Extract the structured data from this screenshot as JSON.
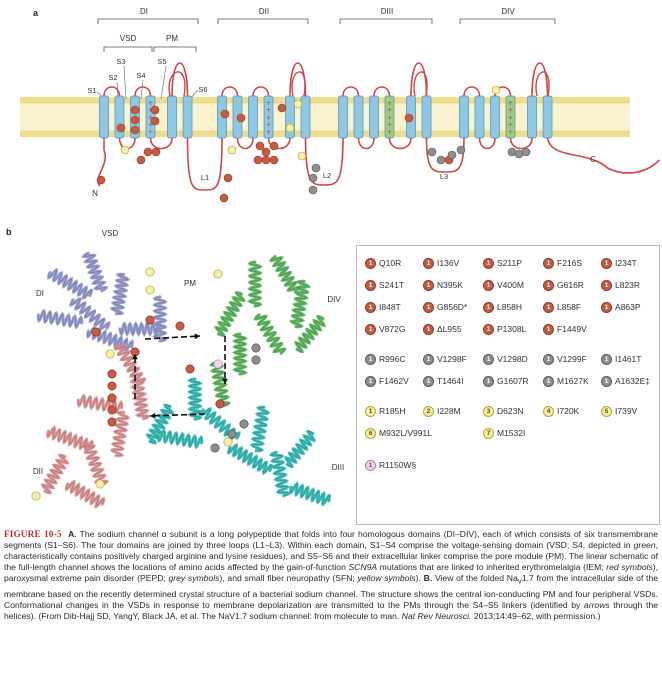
{
  "panel_a": {
    "label": "a",
    "domains": [
      "DI",
      "DII",
      "DIII",
      "DIV"
    ],
    "vsd_label": "VSD",
    "pm_label": "PM",
    "segments": [
      "S1",
      "S2",
      "S3",
      "S4",
      "S5",
      "S6"
    ],
    "loops": [
      "L1",
      "L2",
      "L3"
    ],
    "n_term": "N",
    "c_term": "C",
    "colors": {
      "helix": "#8ec8e4",
      "helix_s4": "#9ccc8a",
      "loop": "#d24545",
      "membrane_head": "#f0dc8c",
      "membrane_core": "#fbf3cf",
      "red_mut": "#c85a3f",
      "grey_mut": "#8e8e8e",
      "yellow_mut": "#f4f0a8"
    }
  },
  "panel_b": {
    "label": "b",
    "labels": {
      "vsd": "VSD",
      "di": "DI",
      "pm": "PM",
      "div": "DIV",
      "dii": "DII",
      "diii": "DIII"
    },
    "colors": {
      "di": "#8f95c9",
      "dii": "#d98e90",
      "diii": "#2fb7b4",
      "div": "#56b25a"
    },
    "legend": {
      "rows": [
        [
          {
            "num": "1",
            "name": "Q10R",
            "kind": "red"
          },
          {
            "num": "1",
            "name": "I136V",
            "kind": "red"
          },
          {
            "num": "1",
            "name": "S211P",
            "kind": "red"
          },
          {
            "num": "1",
            "name": "F216S",
            "kind": "red"
          },
          {
            "num": "1",
            "name": "I234T",
            "kind": "red"
          }
        ],
        [
          {
            "num": "1",
            "name": "S241T",
            "kind": "red"
          },
          {
            "num": "1",
            "name": "N395K",
            "kind": "red"
          },
          {
            "num": "1",
            "name": "V400M",
            "kind": "red"
          },
          {
            "num": "1",
            "name": "G616R",
            "kind": "red"
          },
          {
            "num": "1",
            "name": "L823R",
            "kind": "red"
          }
        ],
        [
          {
            "num": "1",
            "name": "I848T",
            "kind": "red"
          },
          {
            "num": "1",
            "name": "G856D*",
            "kind": "red"
          },
          {
            "num": "1",
            "name": "L858H",
            "kind": "red"
          },
          {
            "num": "1",
            "name": "L858F",
            "kind": "red"
          },
          {
            "num": "1",
            "name": "A863P",
            "kind": "red"
          }
        ],
        [
          {
            "num": "1",
            "name": "V872G",
            "kind": "red"
          },
          {
            "num": "1",
            "name": "ΔL955",
            "kind": "red"
          },
          {
            "num": "1",
            "name": "P1308L",
            "kind": "red"
          },
          {
            "num": "1",
            "name": "F1449V",
            "kind": "red"
          }
        ],
        [
          {
            "num": "1",
            "name": "R996C",
            "kind": "grey"
          },
          {
            "num": "1",
            "name": "V1298F",
            "kind": "grey"
          },
          {
            "num": "1",
            "name": "V1298D",
            "kind": "grey"
          },
          {
            "num": "1",
            "name": "V1299F",
            "kind": "grey"
          },
          {
            "num": "1",
            "name": "I1461T",
            "kind": "grey"
          }
        ],
        [
          {
            "num": "1",
            "name": "F1462V",
            "kind": "grey"
          },
          {
            "num": "1",
            "name": "T1464I",
            "kind": "grey"
          },
          {
            "num": "1",
            "name": "G1607R",
            "kind": "grey"
          },
          {
            "num": "1",
            "name": "M1627K",
            "kind": "grey"
          },
          {
            "num": "1",
            "name": "A1632E‡",
            "kind": "grey"
          }
        ],
        [
          {
            "num": "1",
            "name": "R185H",
            "kind": "yellow"
          },
          {
            "num": "2",
            "name": "I228M",
            "kind": "yellow"
          },
          {
            "num": "3",
            "name": "D623N",
            "kind": "yellow"
          },
          {
            "num": "4",
            "name": "I720K",
            "kind": "yellow"
          },
          {
            "num": "5",
            "name": "I739V",
            "kind": "yellow"
          }
        ],
        [
          {
            "num": "6",
            "name": "M932L/V991L",
            "kind": "yellow"
          },
          {
            "num": "7",
            "name": "M1532I",
            "kind": "yellow"
          }
        ],
        [
          {
            "num": "1",
            "name": "R1150W§",
            "kind": "pink"
          }
        ]
      ]
    }
  },
  "caption": {
    "fig_label": "FIGURE 10-5",
    "a_label": "A.",
    "t1": " The sodium channel α subunit is a long polypeptide that folds into four homologous domains (DI–DIV), each of which consists of six transmembrane segments (S1–S6). The four domains are joined by three loops (L1–L3). Within each domain, S1–S4 comprise the voltage-sensing domain (VSD; S4, depicted in ",
    "green": "green",
    "t2": ", characteristically contains positively charged arginine and lysine residues), and S5–S6 and their extracellular linker comprise the pore module (PM). The linear schematic of the full-length channel shows the locations of amino acids affected by the gain-of-function ",
    "gene": "SCN9A",
    "t3": " mutations that are linked to inherited erythromelalgia (IEM; ",
    "red": "red symbols",
    "t4": "), paroxysmal extreme pain disorder (PEPD; ",
    "grey": "grey symbols",
    "t5": "), and small fiber neuropathy (SFN; ",
    "yellow": "yellow symbols",
    "t6": "). ",
    "b_label": "B.",
    "t7a": " View of the folded Na",
    "t7sub": "V",
    "t7b": "1.7 from the intracellular side of the membrane based on the recently determined crystal structure of a bacterial sodium channel. The structure shows the central ion-conducting PM and four peripheral VSDs. Conformational changes in the VSDs in response to membrane depolarization are transmitted to the PMs through the S4–S5 linkers (identified by ",
    "arrows": "arrows",
    "t8": " through the helices). (From Dib-Hajj SD, YangY, Black JA, et al. The NaV1.7 sodium channel: from molecule to man. ",
    "journal": "Nat Rev Neurosci.",
    "t9": " 2013;14:49–62, with permission.)"
  }
}
